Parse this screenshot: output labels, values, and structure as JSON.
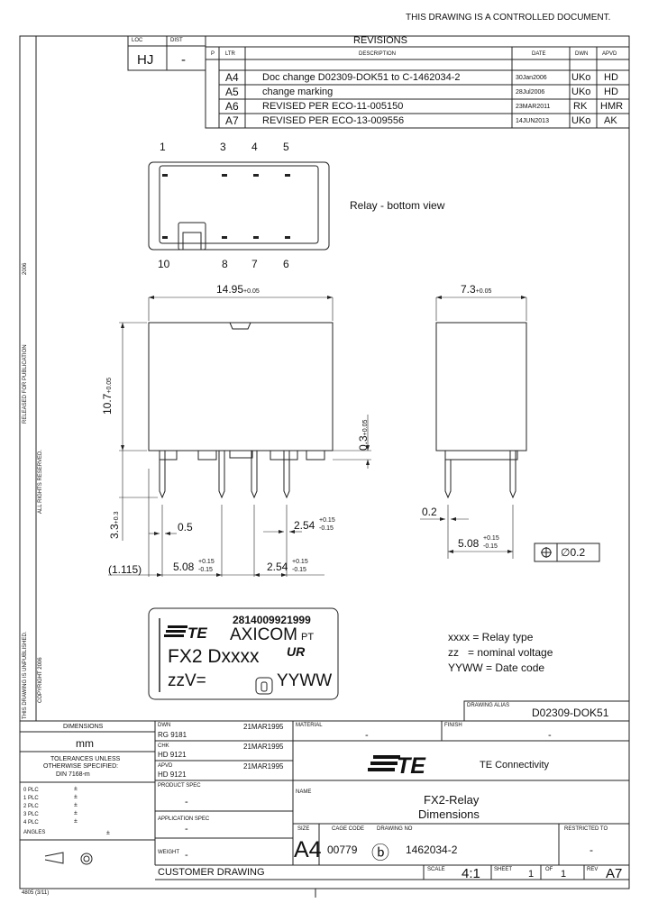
{
  "header": {
    "controlled": "THIS DRAWING IS A CONTROLLED DOCUMENT."
  },
  "loc": {
    "loc_label": "LOC",
    "dist_label": "DIST",
    "loc_value": "HJ",
    "dist_value": "-"
  },
  "revisions": {
    "title": "REVISIONS",
    "p_label": "P",
    "cols": {
      "ltr": "LTR",
      "desc": "DESCRIPTION",
      "date": "DATE",
      "dwn": "DWN",
      "apvd": "APVD"
    },
    "rows": [
      {
        "ltr": "A4",
        "desc": "Doc change D02309-DOK51 to C-1462034-2",
        "date": "30Jan2006",
        "dwn": "UKo",
        "apvd": "HD"
      },
      {
        "ltr": "A5",
        "desc": "change marking",
        "date": "28Jul2006",
        "dwn": "UKo",
        "apvd": "HD"
      },
      {
        "ltr": "A6",
        "desc": "REVISED PER ECO-11-005150",
        "date": "23MAR2011",
        "dwn": "RK",
        "apvd": "HMR"
      },
      {
        "ltr": "A7",
        "desc": "REVISED PER ECO-13-009556",
        "date": "14JUN2013",
        "dwn": "UKo",
        "apvd": "AK"
      }
    ]
  },
  "bottom_view": {
    "pins_top": [
      "1",
      "3",
      "4",
      "5"
    ],
    "pins_bottom": [
      "10",
      "8",
      "7",
      "6"
    ],
    "caption": "Relay - bottom view"
  },
  "dimensions": {
    "width": "14.95",
    "width_tol": "+0.05",
    "depth": "7.3",
    "depth_tol": "+0.05",
    "height": "10.7",
    "height_tol": "+0.05",
    "standoff": "0.3",
    "standoff_tol": "+0.05",
    "pin_len": "3.3",
    "pin_len_tol": "+0.3",
    "pin_w": "0.5",
    "pitch_a": "2.54",
    "pitch_a_tol_up": "+0.15",
    "pitch_a_tol_dn": "-0.15",
    "offset": "(1.115)",
    "span": "5.08",
    "span_tol_up": "+0.15",
    "span_tol_dn": "-0.15",
    "pitch_b": "2.54",
    "pitch_b_tol_up": "+0.15",
    "pitch_b_tol_dn": "-0.15",
    "side_pin": "0.2",
    "side_span": "5.08",
    "side_span_tol_up": "+0.15",
    "side_span_tol_dn": "-0.15",
    "position_tol": "0.2"
  },
  "marking": {
    "part_no": "2814009921999",
    "brand": "AXICOM",
    "pt": "PT",
    "model": "FX2 Dxxxx",
    "ur": "UR",
    "zz": "zzV=",
    "yyww": "YYWW",
    "legend": [
      "xxxx = Relay type",
      "zz   = nominal voltage",
      "YYWW = Date code"
    ]
  },
  "side_notes": {
    "year": "2006",
    "released": "RELEASED FOR PUBLICATION",
    "rights": "ALL RIGHTS RESERVED.",
    "unpublished": "THIS DRAWING IS UNPUBLISHED.",
    "copyright": "COPYRIGHT 2006"
  },
  "title_block": {
    "drawing_alias_label": "DRAWING ALIAS",
    "drawing_alias": "D02309-DOK51",
    "dimensions_label": "DIMENSIONS",
    "units": "mm",
    "tolerances": [
      "TOLERANCES UNLESS",
      "OTHERWISE SPECIFIED:",
      "DIN 7168-m"
    ],
    "plc": [
      "0 PLC",
      "1 PLC",
      "2 PLC",
      "3 PLC",
      "4 PLC",
      "ANGLES"
    ],
    "plc_vals": [
      "±",
      "±",
      "±",
      "±",
      "±",
      "±"
    ],
    "dwn_label": "DWN",
    "dwn_name": "RG 9181",
    "dwn_date": "21MAR1995",
    "chk_label": "CHK",
    "chk_name": "HD 9121",
    "chk_date": "21MAR1995",
    "apvd_label": "APVD",
    "apvd_name": "HD 9121",
    "apvd_date": "21MAR1995",
    "product_spec_label": "PRODUCT SPEC",
    "product_spec": "-",
    "app_spec_label": "APPLICATION SPEC",
    "app_spec": "-",
    "weight_label": "WEIGHT",
    "weight": "-",
    "material_label": "MATERIAL",
    "material": "-",
    "finish_label": "FINISH",
    "finish": "-",
    "company": "TE Connectivity",
    "name_label": "NAME",
    "name_1": "FX2-Relay",
    "name_2": "Dimensions",
    "size_label": "SIZE",
    "size": "A4",
    "cage_label": "CAGE CODE",
    "cage": "00779",
    "drawing_no_label": "DRAWING NO",
    "drawing_no": "1462034-2",
    "restricted_label": "RESTRICTED TO",
    "restricted": "-",
    "customer_drawing": "CUSTOMER DRAWING",
    "scale_label": "SCALE",
    "scale": "4:1",
    "sheet_label": "SHEET",
    "sheet": "1",
    "of_label": "OF",
    "of": "1",
    "rev_label": "REV",
    "rev": "A7",
    "form_no": "4805 (3/11)"
  }
}
